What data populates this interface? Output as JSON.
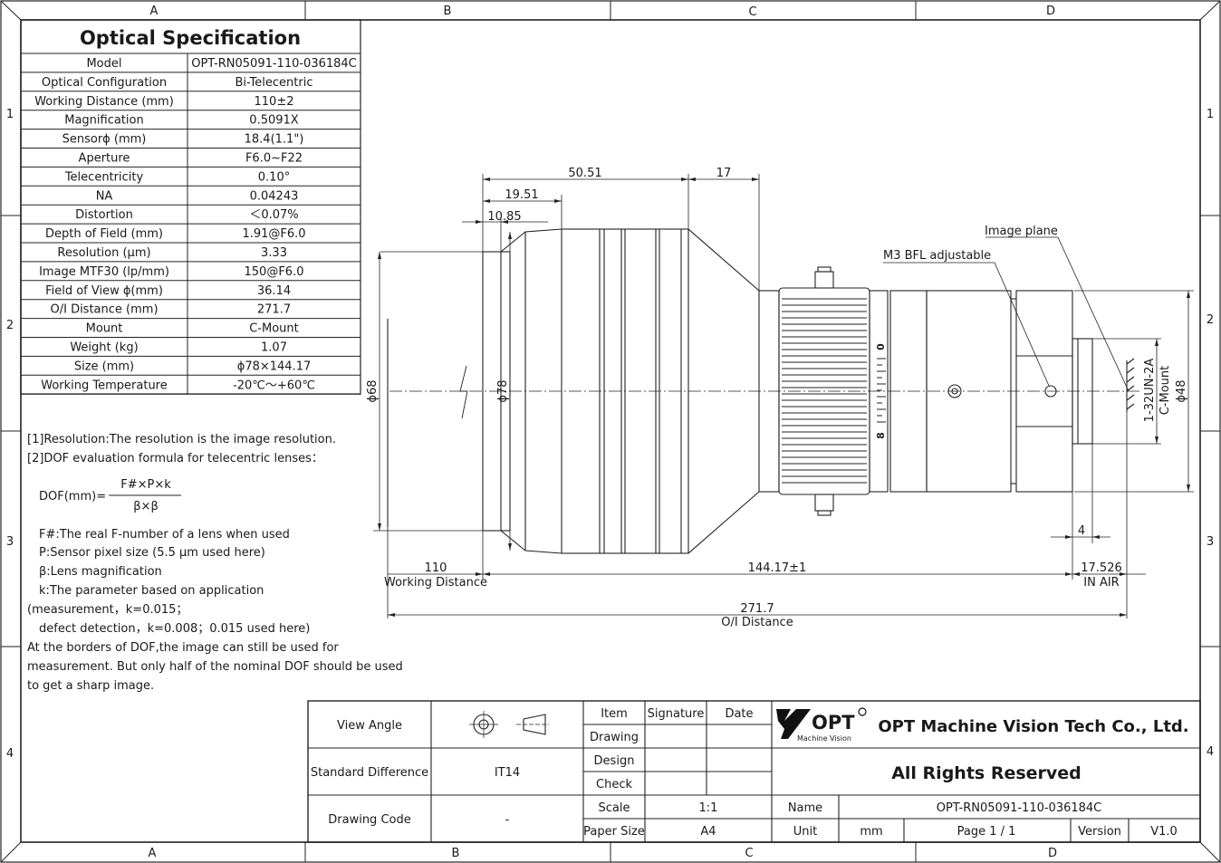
{
  "frame": {
    "cols": [
      "A",
      "B",
      "C",
      "D"
    ],
    "rows": [
      "1",
      "2",
      "3",
      "4"
    ]
  },
  "spec": {
    "title": "Optical Specification",
    "rows": [
      {
        "label": "Model",
        "value": "OPT-RN05091-110-036184C"
      },
      {
        "label": "Optical Configuration",
        "value": "Bi-Telecentric"
      },
      {
        "label": "Working Distance (mm)",
        "value": "110±2"
      },
      {
        "label": "Magnification",
        "value": "0.5091X"
      },
      {
        "label": "Sensorϕ (mm)",
        "value": "18.4(1.1\")"
      },
      {
        "label": "Aperture",
        "value": "F6.0~F22"
      },
      {
        "label": "Telecentricity",
        "value": "0.10°"
      },
      {
        "label": "NA",
        "value": "0.04243"
      },
      {
        "label": "Distortion",
        "value": "＜0.07%"
      },
      {
        "label": "Depth of Field (mm)",
        "value": "1.91@F6.0"
      },
      {
        "label": "Resolution (µm)",
        "value": "3.33"
      },
      {
        "label": "Image MTF30 (lp/mm)",
        "value": "150@F6.0"
      },
      {
        "label": "Field of View ϕ(mm)",
        "value": "36.14"
      },
      {
        "label": "O/I Distance (mm)",
        "value": "271.7"
      },
      {
        "label": "Mount",
        "value": "C-Mount"
      },
      {
        "label": "Weight (kg)",
        "value": "1.07"
      },
      {
        "label": "Size (mm)",
        "value": "ϕ78×144.17"
      },
      {
        "label": "Working Temperature",
        "value": "-20℃～+60℃"
      }
    ]
  },
  "notes": {
    "n1": "[1]Resolution:The resolution is  the image resolution.",
    "n2": "[2]DOF evaluation formula for telecentric lenses：",
    "formula_lhs": "DOF(mm)=",
    "formula_num": "F#×P×k",
    "formula_den": "β×β",
    "lines": [
      "F#:The real F-number of a lens when used",
      "P:Sensor pixel size (5.5 μm used here)",
      "β:Lens magnification",
      "k:The parameter based on application",
      "(measurement，k=0.015；",
      "defect detection，k=0.008；0.015 used here)",
      "At the borders of DOF,the image can still be used for",
      "measurement. But only half of the nominal DOF should be used",
      "to get a sharp image."
    ]
  },
  "dims": {
    "d5051": "50.51",
    "d17": "17",
    "d1951": "19.51",
    "d1085": "10.85",
    "phi68": "ϕ68",
    "phi78": "ϕ78",
    "phi48": "ϕ48",
    "thread": "1-32UN-2A",
    "mount": "C-Mount",
    "image_plane": "Image plane",
    "bfl": "M3 BFL adjustable",
    "d4": "4",
    "d110": "110",
    "wd_label": "Working Distance",
    "d14417": "144.17±1",
    "d17526": "17.526",
    "in_air": "IN AIR",
    "d2717": "271.7",
    "oi_label": "O/I Distance",
    "focus_0": "0",
    "focus_8": "8"
  },
  "title_block": {
    "view_angle": "View Angle",
    "std_diff": "Standard Difference",
    "std_val": "IT14",
    "drawing_code": "Drawing Code",
    "drawing_code_val": "-",
    "item": "Item",
    "signature": "Signature",
    "date": "Date",
    "drawing": "Drawing",
    "design": "Design",
    "check": "Check",
    "scale": "Scale",
    "scale_val": "1:1",
    "paper_size": "Paper Size",
    "paper_val": "A4",
    "logo_text": "OPT",
    "logo_sub": "Machine Vision",
    "company": "OPT Machine Vision Tech Co., Ltd.",
    "rights": "All Rights Reserved",
    "name": "Name",
    "name_val": "OPT-RN05091-110-036184C",
    "unit": "Unit",
    "unit_val": "mm",
    "page": "Page  1 / 1",
    "version": "Version",
    "version_val": "V1.0"
  }
}
